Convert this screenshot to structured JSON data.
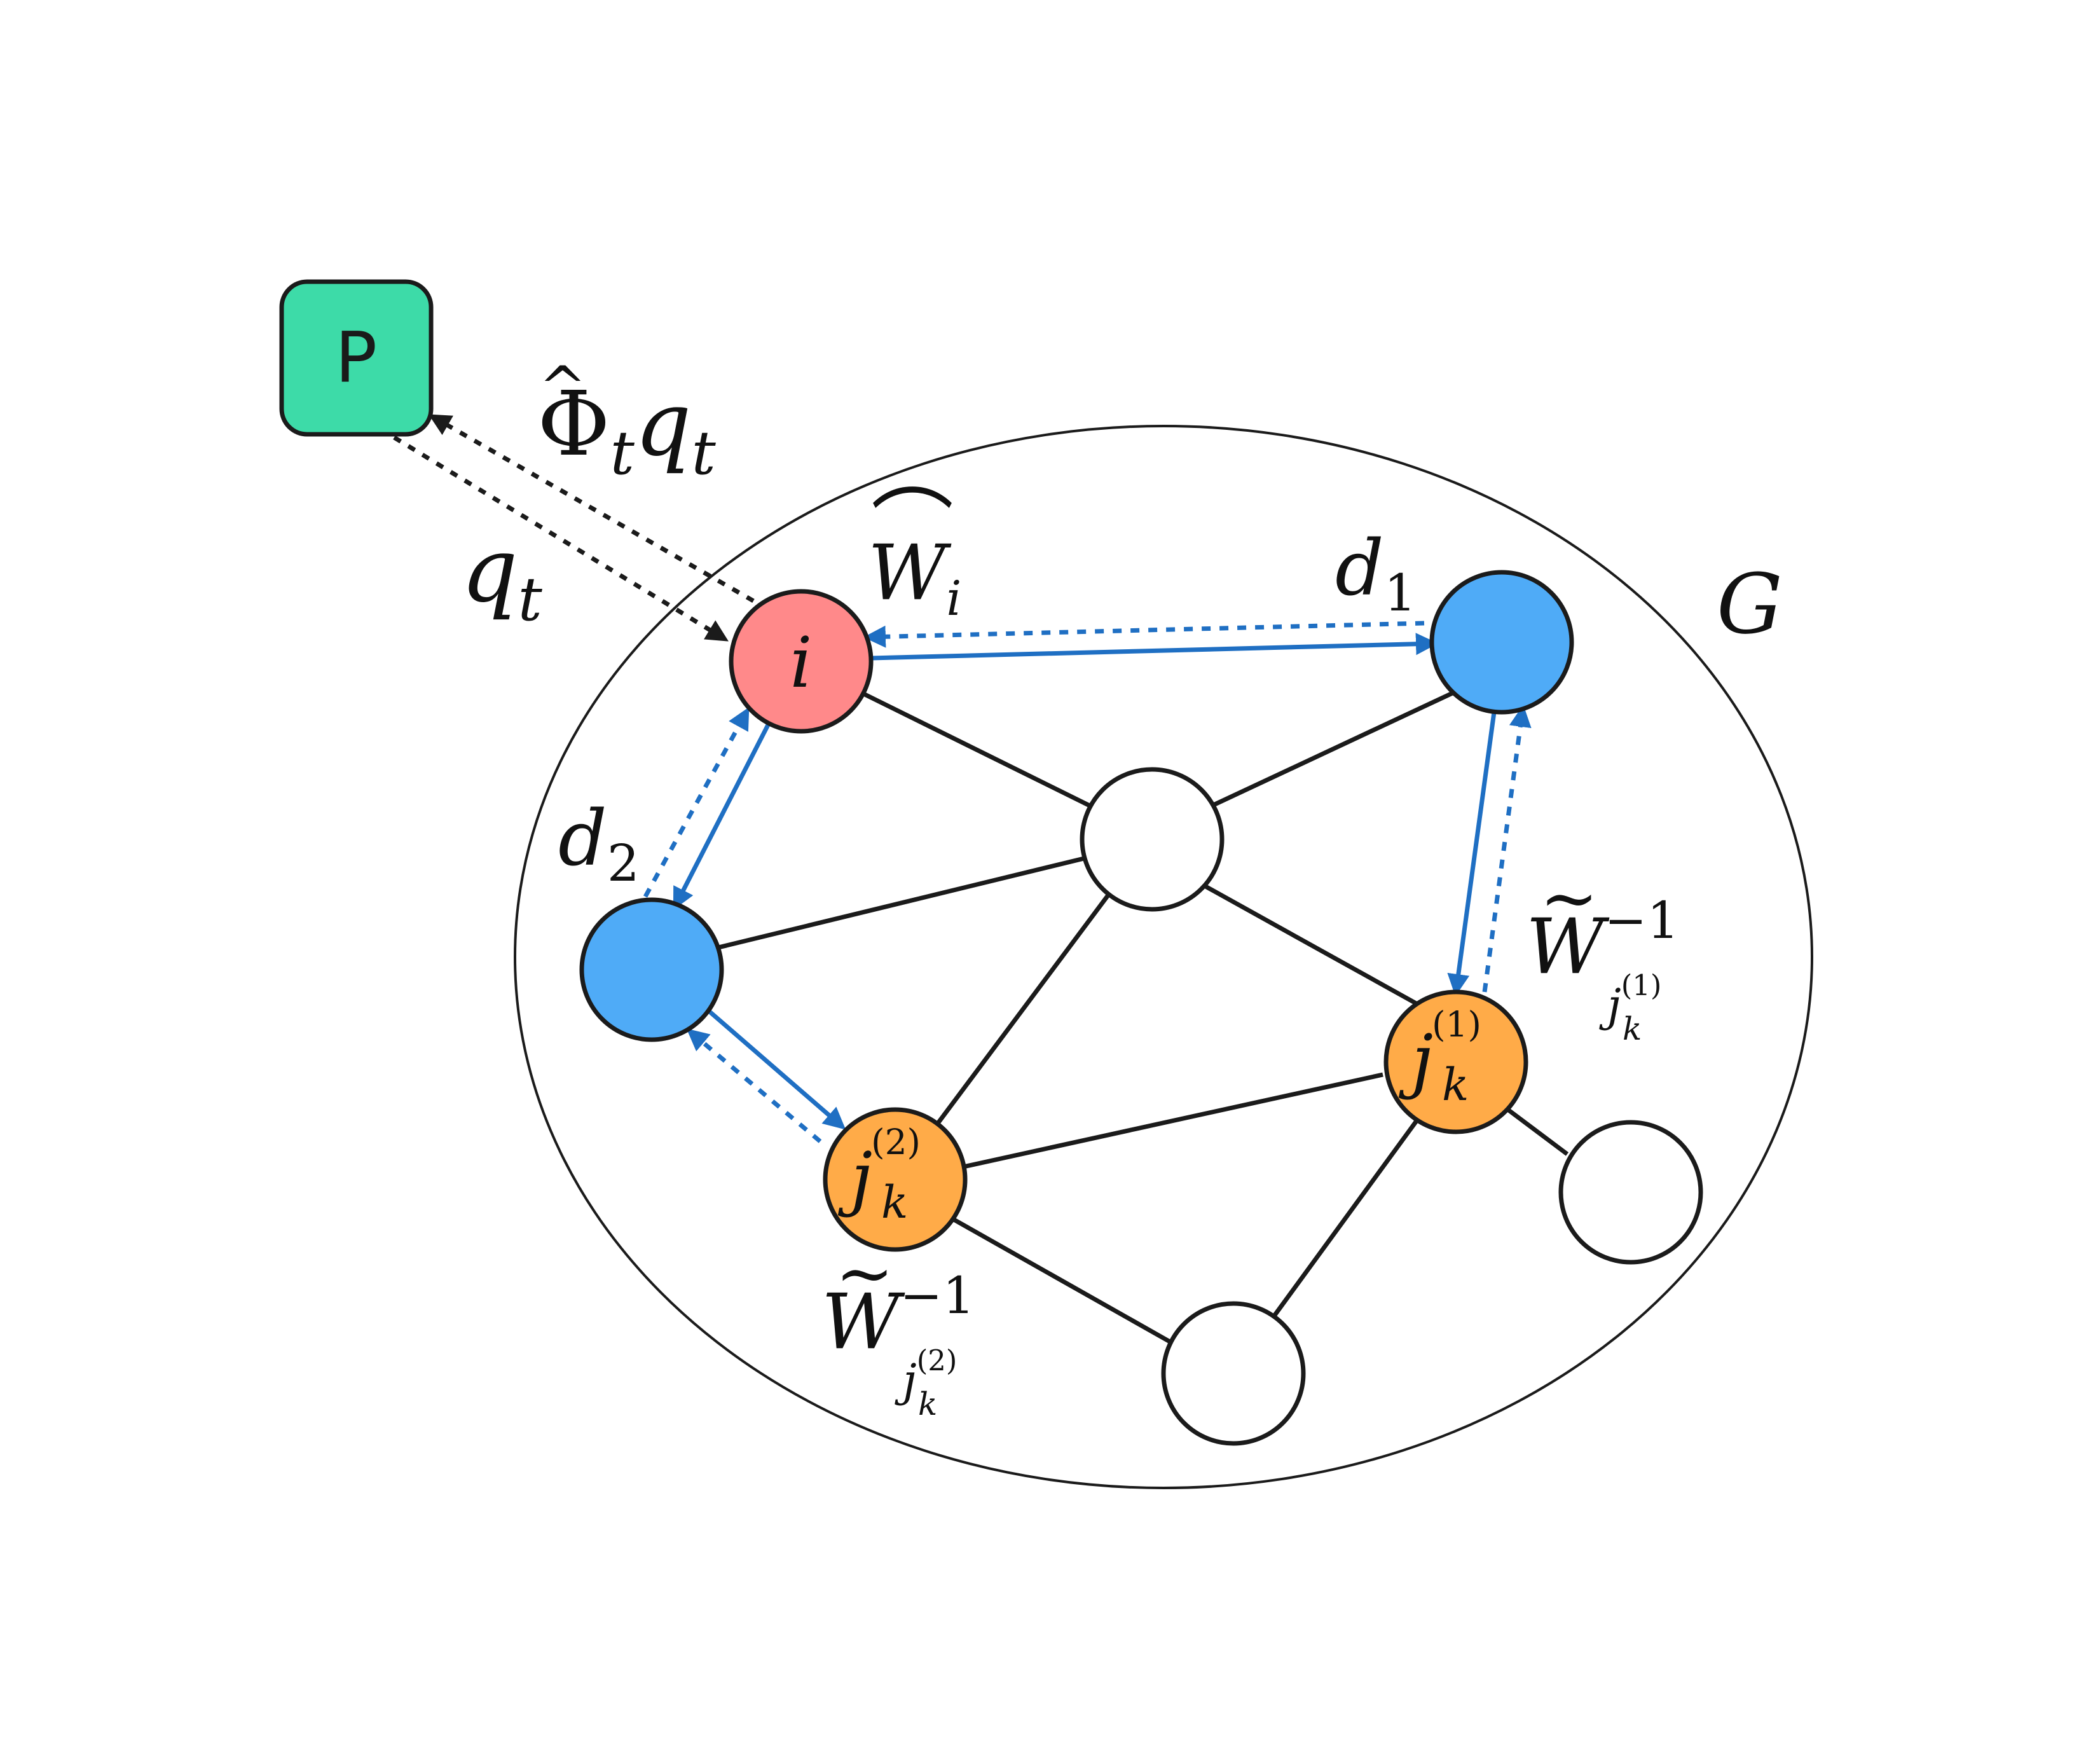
{
  "colors": {
    "server": "#3ddba8",
    "node_i": "#ff898a",
    "node_d": "#4fabf7",
    "node_j": "#ffab48",
    "node_empty": "#ffffff",
    "edge": "#1b1b1b",
    "arrow": "#1f6fc3"
  },
  "server": {
    "label": "P"
  },
  "graph": {
    "label": "G"
  },
  "nodes": {
    "i": {
      "label": "i"
    },
    "d1": {
      "label": "d",
      "sub": "1"
    },
    "d2": {
      "label": "d",
      "sub": "2"
    },
    "jk1": {
      "base": "j",
      "sup": "(1)",
      "sub": "k"
    },
    "jk2": {
      "base": "j",
      "sup": "(2)",
      "sub": "k"
    }
  },
  "labels": {
    "phi": {
      "hat": "^",
      "base": "Φ",
      "sub1": "t",
      "mid": "q",
      "sub2": "t"
    },
    "qt": {
      "base": "q",
      "sub": "t"
    },
    "w_i": {
      "hat": "⌒",
      "base": "W",
      "sub": "i"
    },
    "w_inv_1": {
      "tilde": "~",
      "base": "W",
      "sup": "−1",
      "sub_base": "j",
      "sub_sub": "k",
      "sub_sup": "(1)"
    },
    "w_inv_2": {
      "tilde": "~",
      "base": "W",
      "sup": "−1",
      "sub_base": "j",
      "sub_sub": "k",
      "sub_sup": "(2)"
    }
  }
}
